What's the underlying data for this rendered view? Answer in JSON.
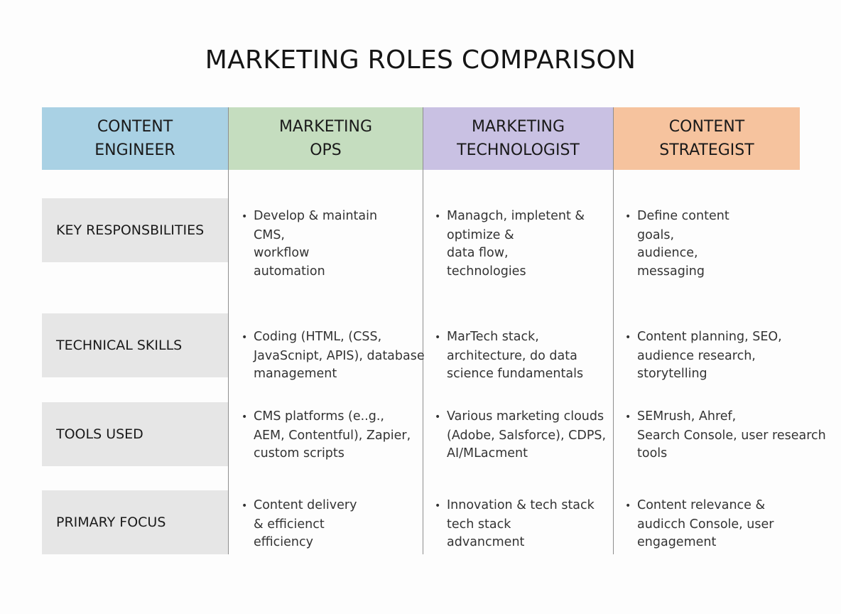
{
  "title": "MARKETING ROLES COMPARISON",
  "columns": [
    {
      "label": "CONTENT\nENGINEER",
      "color": "#a9d1e4"
    },
    {
      "label": "MARKETING\nOPS",
      "color": "#c5ddbf"
    },
    {
      "label": "MARKETING\nTECHNOLOGIST",
      "color": "#c9c1e3"
    },
    {
      "label": "CONTENT\nSTRATEGIST",
      "color": "#f6c39e"
    }
  ],
  "rows": [
    {
      "label": "KEY RESPONSBILITIES",
      "cells": [
        "Develop & maintain\nCMS,\nworkflow\nautomation",
        "Managch, impletent &\noptimize &\ndata flow,\ntechnologies",
        "Define content\ngoals,\naudience,\nmessaging"
      ]
    },
    {
      "label": "TECHNICAL SKILLS",
      "cells": [
        "Coding (HTML, (CSS,\nJavaScnipt, APIS), database\nmanagement",
        "MarTech stack,\narchitecture, do data\nscience fundamentals",
        "Content planning, SEO,\naudience research,\nstorytelling"
      ]
    },
    {
      "label": "TOOLS USED",
      "cells": [
        "CMS platforms (e..g.,\nAEM, Contentful), Zapier,\ncustom scripts",
        "Various marketing clouds\n(Adobe, Salsforce), CDPS,\nAI/MLacment",
        "SEMrush, Ahref,\nSearch Console, user research\ntools"
      ]
    },
    {
      "label": "PRIMARY FOCUS",
      "cells": [
        "Content delivery\n& efficienct\nefficiency",
        "Innovation & tech stack\ntech stack\nadvancment",
        "Content relevance &\naudicch Console, user\nengagement"
      ]
    }
  ]
}
